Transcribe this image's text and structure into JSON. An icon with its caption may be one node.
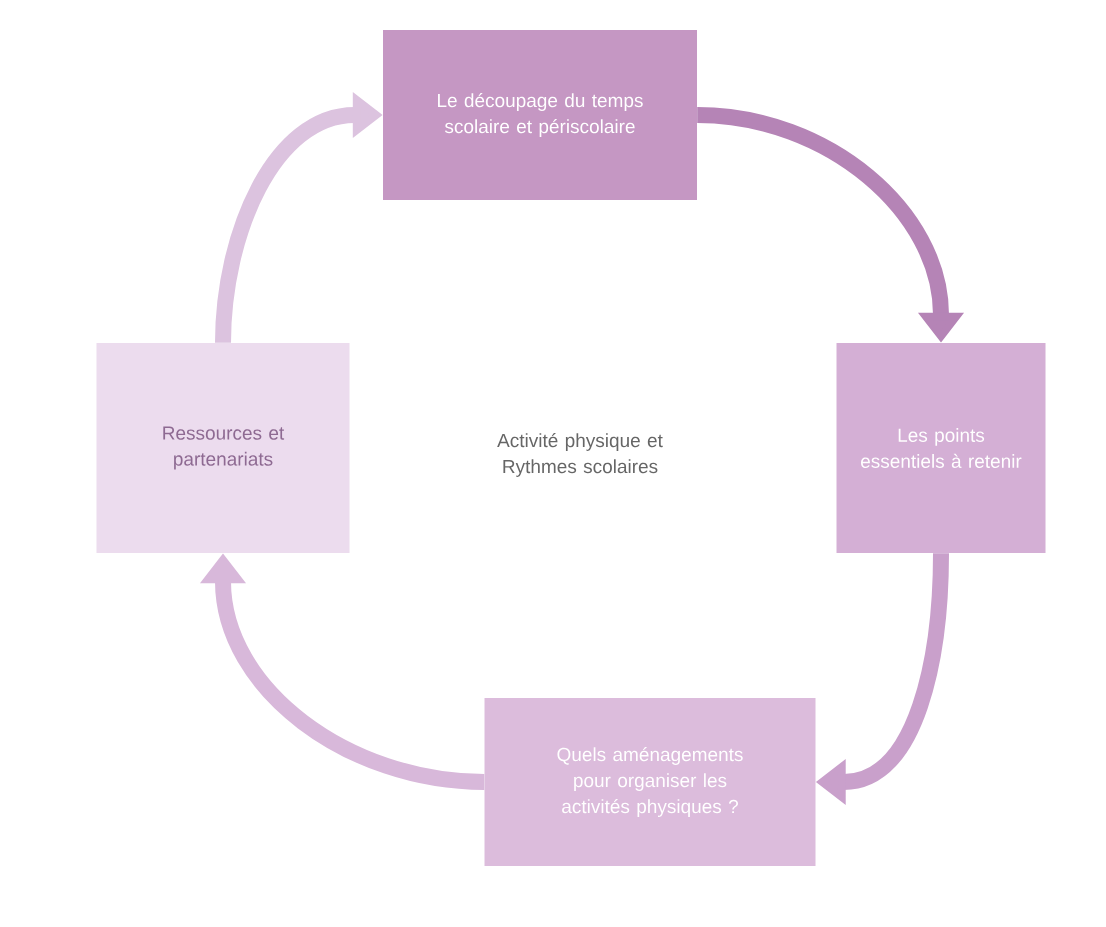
{
  "diagram": {
    "nodes": [
      {
        "text": [
          "Le découpage du temps scolaire et périscolaire"
        ]
      },
      {
        "text": [
          "Ressources et partenariats"
        ]
      },
      {
        "text": [
          "Activité physique et Rythmes scolaires"
        ]
      },
      {
        "text": [
          "Les points essentiels à retenir"
        ]
      },
      {
        "text": [
          "Quels aménagements pour organiser les activités physiques ?"
        ]
      }
    ],
    "edges": [
      {
        "from": 0,
        "to": 3,
        "arrow": "to",
        "color": "#b584b6"
      },
      {
        "from": 3,
        "to": 4,
        "arrow": "to",
        "color": "#c9a0cb"
      },
      {
        "from": 4,
        "to": 1,
        "arrow": "to",
        "color": "#d8b8da"
      },
      {
        "from": 1,
        "to": 0,
        "arrow": "to",
        "color": "#dcc3df"
      }
    ]
  }
}
